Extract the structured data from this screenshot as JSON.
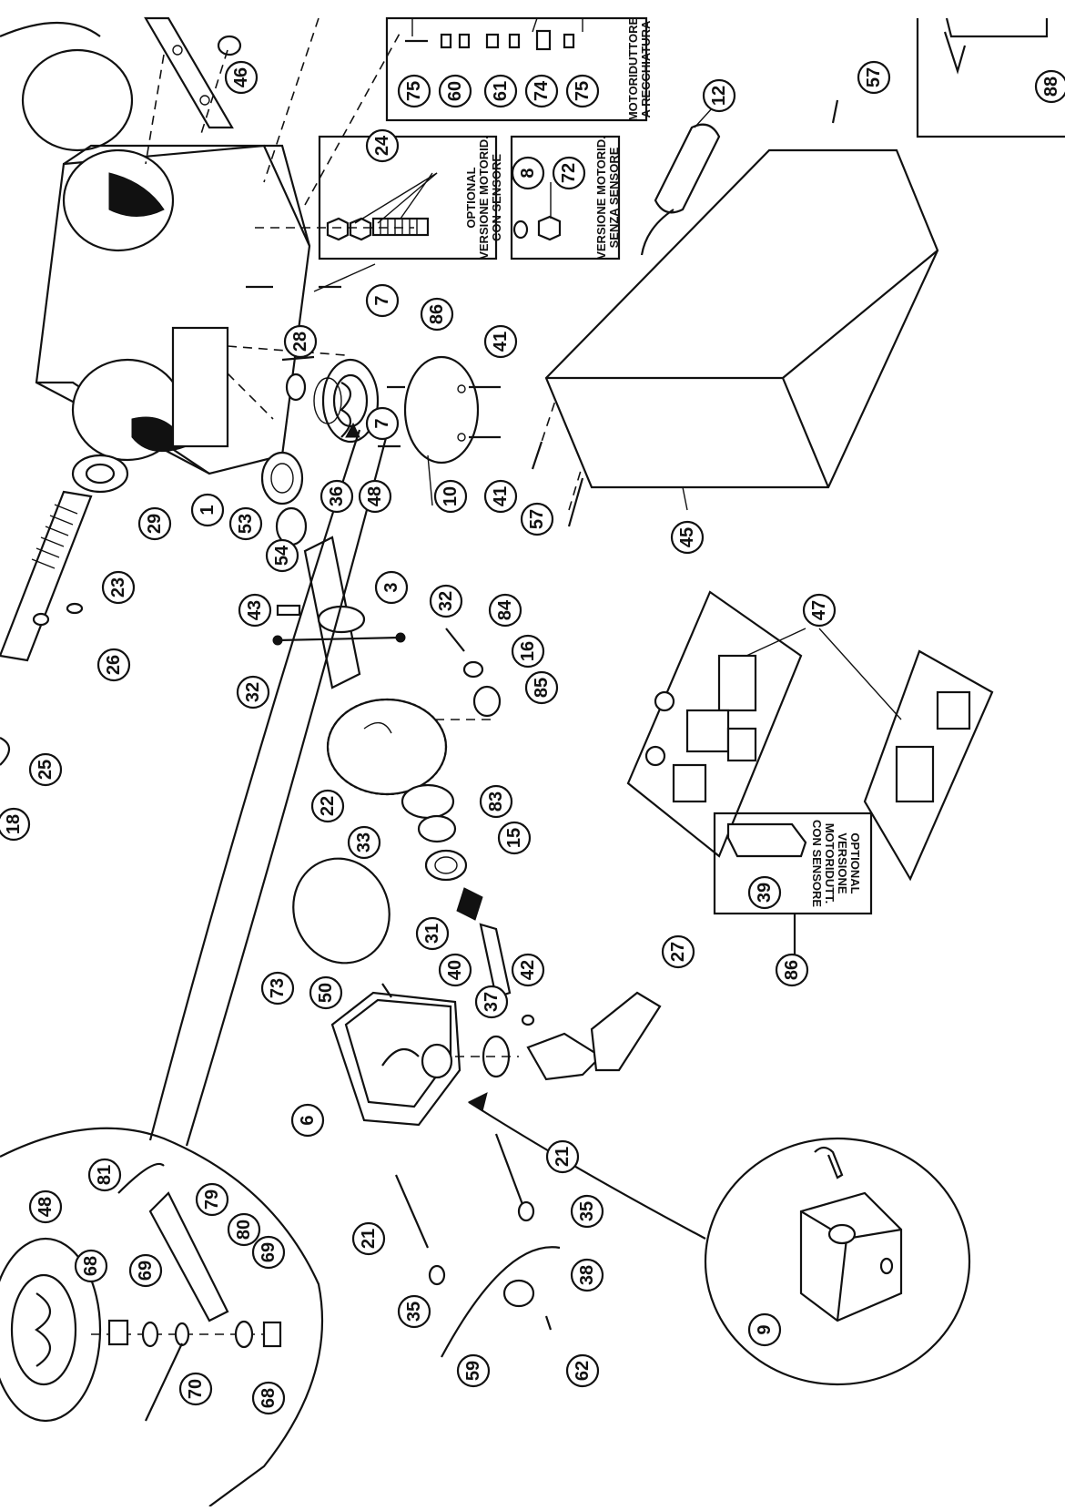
{
  "callouts": [
    "46",
    "75",
    "60",
    "61",
    "74",
    "75",
    "88",
    "12",
    "57",
    "24",
    "86",
    "8",
    "72",
    "7",
    "28",
    "41",
    "7",
    "36",
    "48",
    "10",
    "41",
    "45",
    "57",
    "1",
    "29",
    "53",
    "54",
    "3",
    "32",
    "84",
    "23",
    "43",
    "32",
    "26",
    "16",
    "85",
    "25",
    "22",
    "47",
    "18",
    "33",
    "83",
    "15",
    "39",
    "86",
    "73",
    "31",
    "40",
    "50",
    "42",
    "27",
    "37",
    "6",
    "21",
    "35",
    "21",
    "35",
    "38",
    "59",
    "62",
    "9",
    "48",
    "81",
    "79",
    "80",
    "69",
    "68",
    "69",
    "70",
    "68"
  ],
  "boxes": {
    "motoriduttore": [
      "MOTORIDUTTORE",
      "A RECCHIATURA"
    ],
    "optional_sensore": [
      "OPTIONAL",
      "VERSIONE MOTORID.",
      "CON SENSORE"
    ],
    "senza_sensore": [
      "VERSIONE MOTORID.",
      "SENZA SENSORE"
    ],
    "optional_board": [
      "OPTIONAL",
      "VERSIONE",
      "MOTORIDUTT.",
      "CON SENSORE"
    ]
  }
}
